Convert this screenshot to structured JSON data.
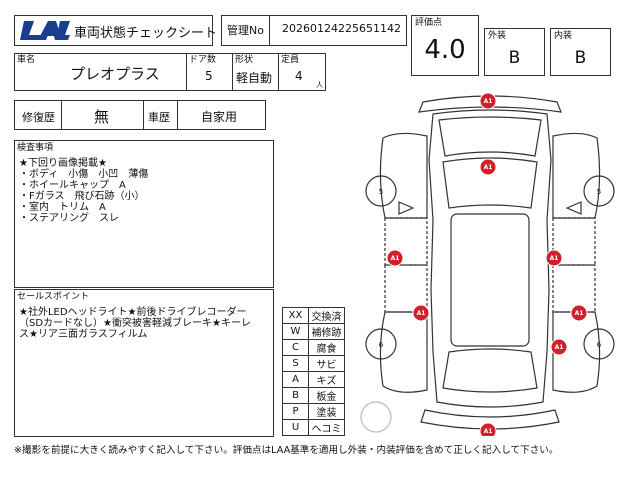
{
  "header": {
    "logo": "LAA",
    "sheet_title": "車両状態チェックシート",
    "mgmt_label": "管理No",
    "mgmt_no": "20260124225651142"
  },
  "scores": {
    "rating_label": "評価点",
    "rating_value": "4.0",
    "exterior_label": "外装",
    "exterior_value": "B",
    "interior_label": "内装",
    "interior_value": "B"
  },
  "vehicle": {
    "name_label": "車名",
    "name_value": "プレオプラス",
    "doors_label": "ドア数",
    "doors_value": "5",
    "type_label": "形状",
    "type_value": "軽自動",
    "capacity_label": "定員",
    "capacity_value": "4",
    "capacity_unit": "人"
  },
  "history": {
    "repair_label": "修復歴",
    "repair_value": "無",
    "usage_label": "車歴",
    "usage_value": "自家用"
  },
  "inspection": {
    "label": "検査事項",
    "lines": [
      "★下回り画像掲載★",
      "・ボディ　小傷　小凹　薄傷",
      "・ホイールキャップ　A",
      "・Fガラス　飛び石跡（小）",
      "・室内　トリム　A",
      "・ステアリング　スレ"
    ]
  },
  "sales": {
    "label": "セールスポイント",
    "lines": [
      "★社外LEDヘッドライト★前後ドライブレコーダー",
      "（SDカードなし）★衝突被害軽減ブレーキ★キーレ",
      "ス★リア三面ガラスフィルム"
    ]
  },
  "legend": [
    {
      "code": "XX",
      "meaning": "交換済"
    },
    {
      "code": "W",
      "meaning": "補修跡"
    },
    {
      "code": "C",
      "meaning": "腐食"
    },
    {
      "code": "S",
      "meaning": "サビ"
    },
    {
      "code": "A",
      "meaning": "キズ"
    },
    {
      "code": "B",
      "meaning": "板金"
    },
    {
      "code": "P",
      "meaning": "塗装"
    },
    {
      "code": "U",
      "meaning": "ヘコミ"
    }
  ],
  "diagram": {
    "damage_mark": "A1",
    "tire_front": "5",
    "tire_rear": "6",
    "damage_color": "#d0202a"
  },
  "footer": {
    "note": "※撮影を前提に大きく読みやすく記入して下さい。評価点はLAA基準を適用し外装・内装評価を含めて正しく記入して下さい。"
  }
}
